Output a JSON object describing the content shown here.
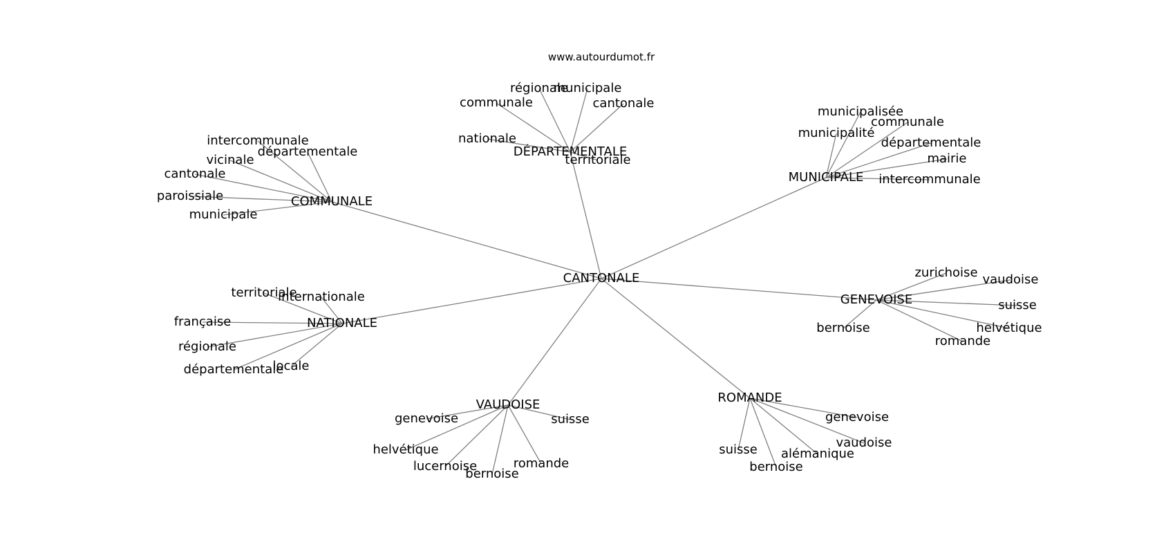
{
  "site": "www.autourdumot.fr",
  "graph": {
    "center": "CANTONALE",
    "hubs": [
      {
        "id": "departementale",
        "label": "DÉPARTEMENTALE",
        "leaves": [
          "régionale",
          "municipale",
          "communale",
          "cantonale",
          "nationale",
          "territoriale"
        ]
      },
      {
        "id": "municipale",
        "label": "MUNICIPALE",
        "leaves": [
          "municipalisée",
          "communale",
          "municipalité",
          "départementale",
          "mairie",
          "intercommunale"
        ]
      },
      {
        "id": "communale",
        "label": "COMMUNALE",
        "leaves": [
          "intercommunale",
          "départementale",
          "vicinale",
          "cantonale",
          "paroissiale",
          "municipale"
        ]
      },
      {
        "id": "nationale",
        "label": "NATIONALE",
        "leaves": [
          "territoriale",
          "internationale",
          "française",
          "régionale",
          "départementale",
          "locale"
        ]
      },
      {
        "id": "genevoise",
        "label": "GENEVOISE",
        "leaves": [
          "zurichoise",
          "vaudoise",
          "suisse",
          "bernoise",
          "helvétique",
          "romande"
        ]
      },
      {
        "id": "vaudoise",
        "label": "VAUDOISE",
        "leaves": [
          "genevoise",
          "suisse",
          "helvétique",
          "lucernoise",
          "bernoise",
          "romande"
        ]
      },
      {
        "id": "romande",
        "label": "ROMANDE",
        "leaves": [
          "genevoise",
          "vaudoise",
          "suisse",
          "alémanique",
          "bernoise"
        ]
      }
    ]
  }
}
